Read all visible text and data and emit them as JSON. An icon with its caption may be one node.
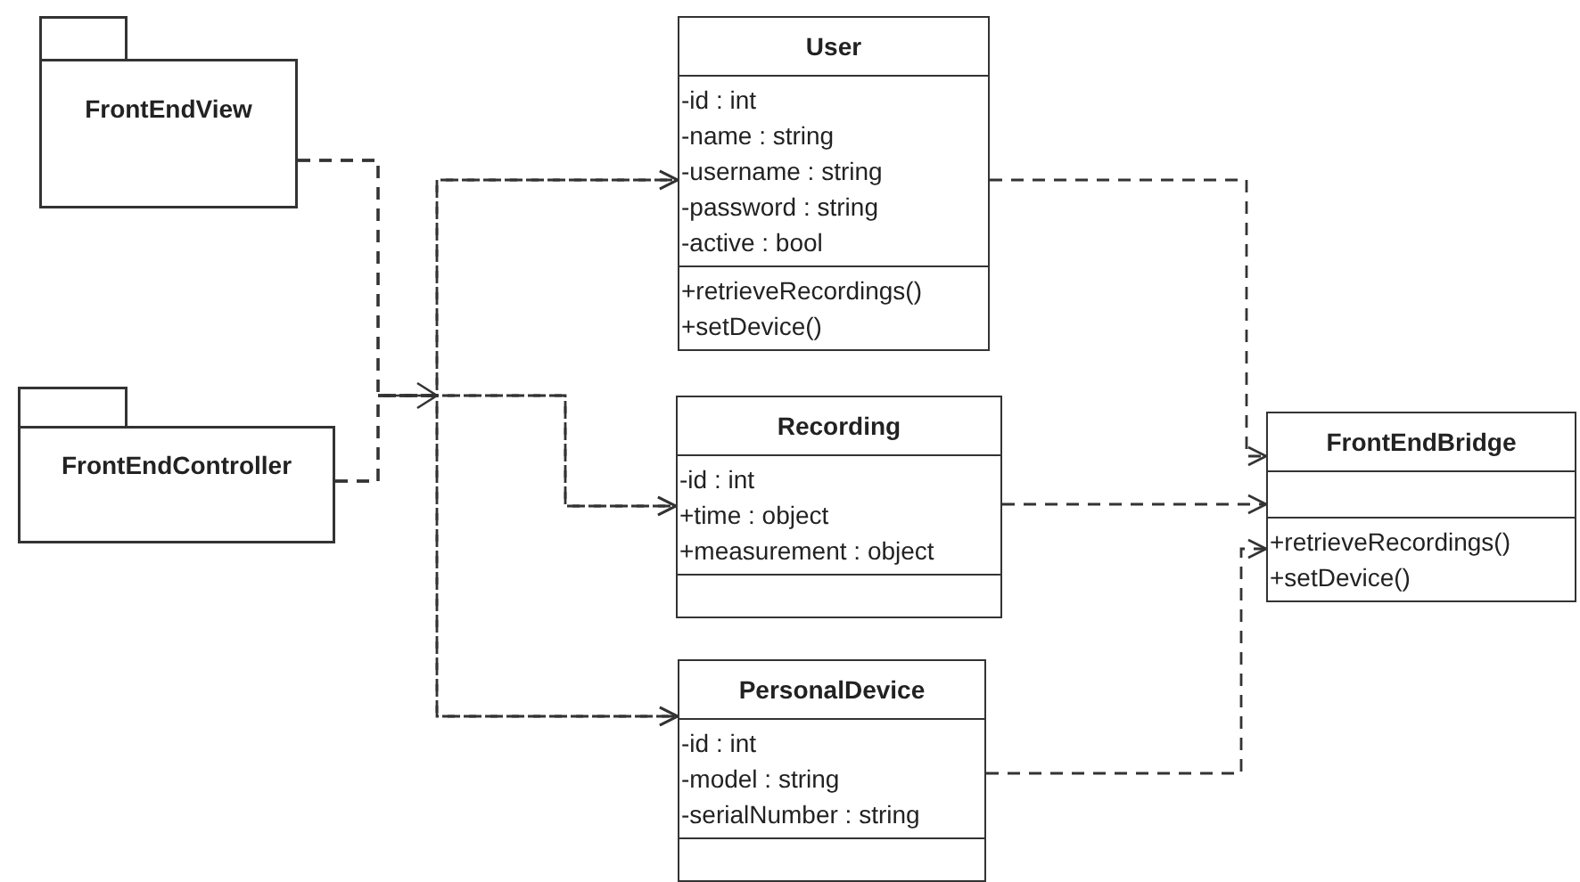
{
  "diagram": {
    "nodes": [
      {
        "text": [
          "FrontEndView"
        ]
      },
      {
        "text": [
          "FrontEndController"
        ]
      },
      {
        "text": [
          "User",
          "-id : int",
          "-name : string",
          "-username : string",
          "-password : string",
          "-active : bool",
          "+retrieveRecordings()",
          "+setDevice()"
        ]
      },
      {
        "text": [
          "Recording",
          "-id : int",
          "+time : object",
          "+measurement : object"
        ]
      },
      {
        "text": [
          "PersonalDevice",
          "-id : int",
          "-model : string",
          "-serialNumber : string"
        ]
      },
      {
        "text": [
          "FrontEndBridge",
          "+retrieveRecordings()",
          "+setDevice()"
        ]
      }
    ],
    "edges": [
      {
        "from": 0,
        "to": 2,
        "arrow": "to",
        "style": "dashed"
      },
      {
        "from": 0,
        "to": 3,
        "arrow": "to",
        "style": "dashed"
      },
      {
        "from": 0,
        "to": 4,
        "arrow": "to",
        "style": "dashed"
      },
      {
        "from": 1,
        "to": 2,
        "arrow": "to",
        "style": "dashed"
      },
      {
        "from": 1,
        "to": 3,
        "arrow": "to",
        "style": "dashed"
      },
      {
        "from": 1,
        "to": 4,
        "arrow": "to",
        "style": "dashed"
      },
      {
        "from": 2,
        "to": 5,
        "arrow": "to",
        "style": "dashed"
      },
      {
        "from": 3,
        "to": 5,
        "arrow": "to",
        "style": "dashed"
      },
      {
        "from": 4,
        "to": 5,
        "arrow": "to",
        "style": "dashed"
      }
    ]
  }
}
